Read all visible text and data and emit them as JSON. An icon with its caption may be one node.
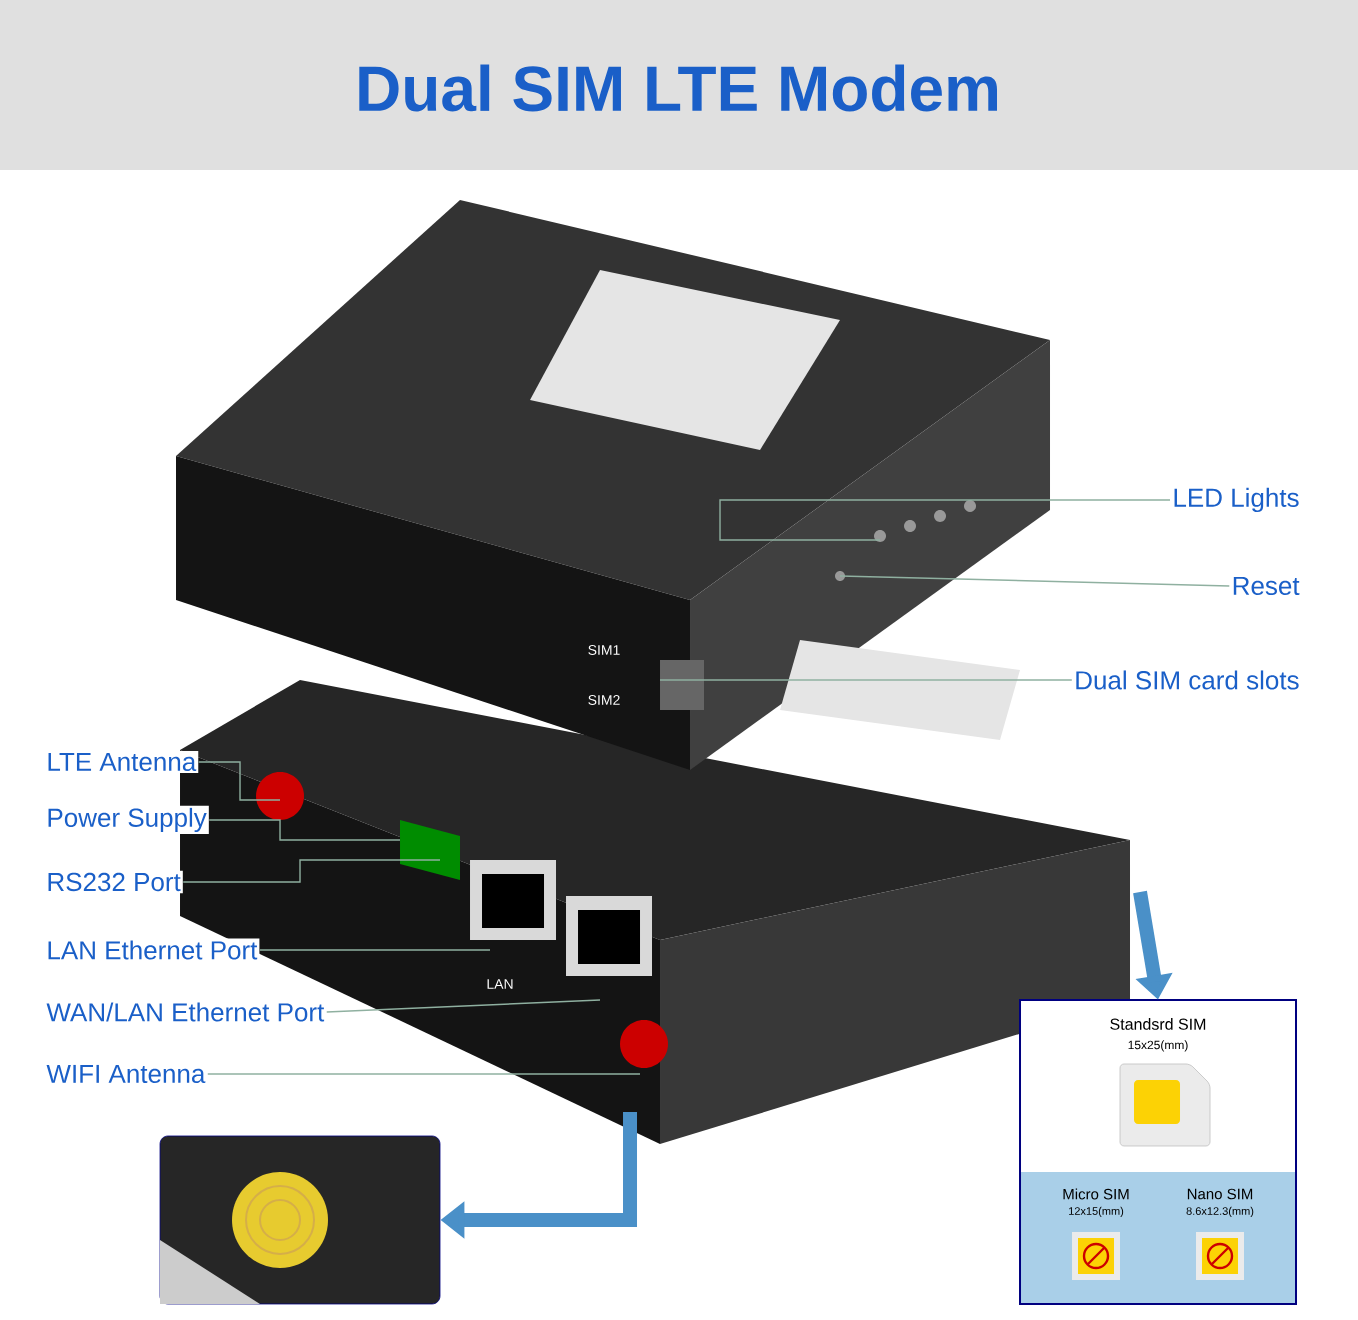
{
  "diagram": {
    "title": "Dual SIM LTE Modem",
    "nodes": [
      {
        "text": [],
        "shape": "picture"
      },
      {
        "text": [
          "LED Lights"
        ]
      },
      {
        "text": [
          "Reset"
        ]
      },
      {
        "text": [
          "Dual SIM card slots"
        ]
      },
      {
        "text": [
          "LTE Antenna"
        ]
      },
      {
        "text": [
          "Power Supply"
        ]
      },
      {
        "text": [
          "RS232 Port"
        ]
      },
      {
        "text": [
          "LAN Ethernet Port"
        ]
      },
      {
        "text": [
          "WAN/LAN Ethernet Port"
        ]
      },
      {
        "text": [
          "WIFI Antenna"
        ]
      },
      {
        "text": [
          "Standsrd SIM",
          "15x25(mm)"
        ]
      },
      {
        "text": [
          "Micro SIM",
          "12x15(mm)"
        ],
        "in": 10
      },
      {
        "text": [
          "Nano SIM",
          "8.6x12.3(mm)"
        ],
        "in": 10
      },
      {
        "text": [],
        "shape": "picture"
      }
    ],
    "edges": [
      {
        "from": 1,
        "to": 0,
        "arrow": "none"
      },
      {
        "from": 2,
        "to": 0,
        "arrow": "none"
      },
      {
        "from": 3,
        "to": 0,
        "arrow": "none"
      },
      {
        "from": 4,
        "to": 0,
        "arrow": "none"
      },
      {
        "from": 5,
        "to": 0,
        "arrow": "none"
      },
      {
        "from": 6,
        "to": 0,
        "arrow": "none"
      },
      {
        "from": 7,
        "to": 0,
        "arrow": "none"
      },
      {
        "from": 8,
        "to": 0,
        "arrow": "none"
      },
      {
        "from": 9,
        "to": 0,
        "arrow": "none"
      },
      {
        "from": 0,
        "to": 10,
        "arrow": "to",
        "style": "thick",
        "color": "#4a90c8"
      },
      {
        "from": 0,
        "to": 13,
        "arrow": "to",
        "style": "thick",
        "color": "#4a90c8"
      }
    ],
    "labels": [
      "SIM1",
      "SIM2",
      "LAN"
    ]
  }
}
